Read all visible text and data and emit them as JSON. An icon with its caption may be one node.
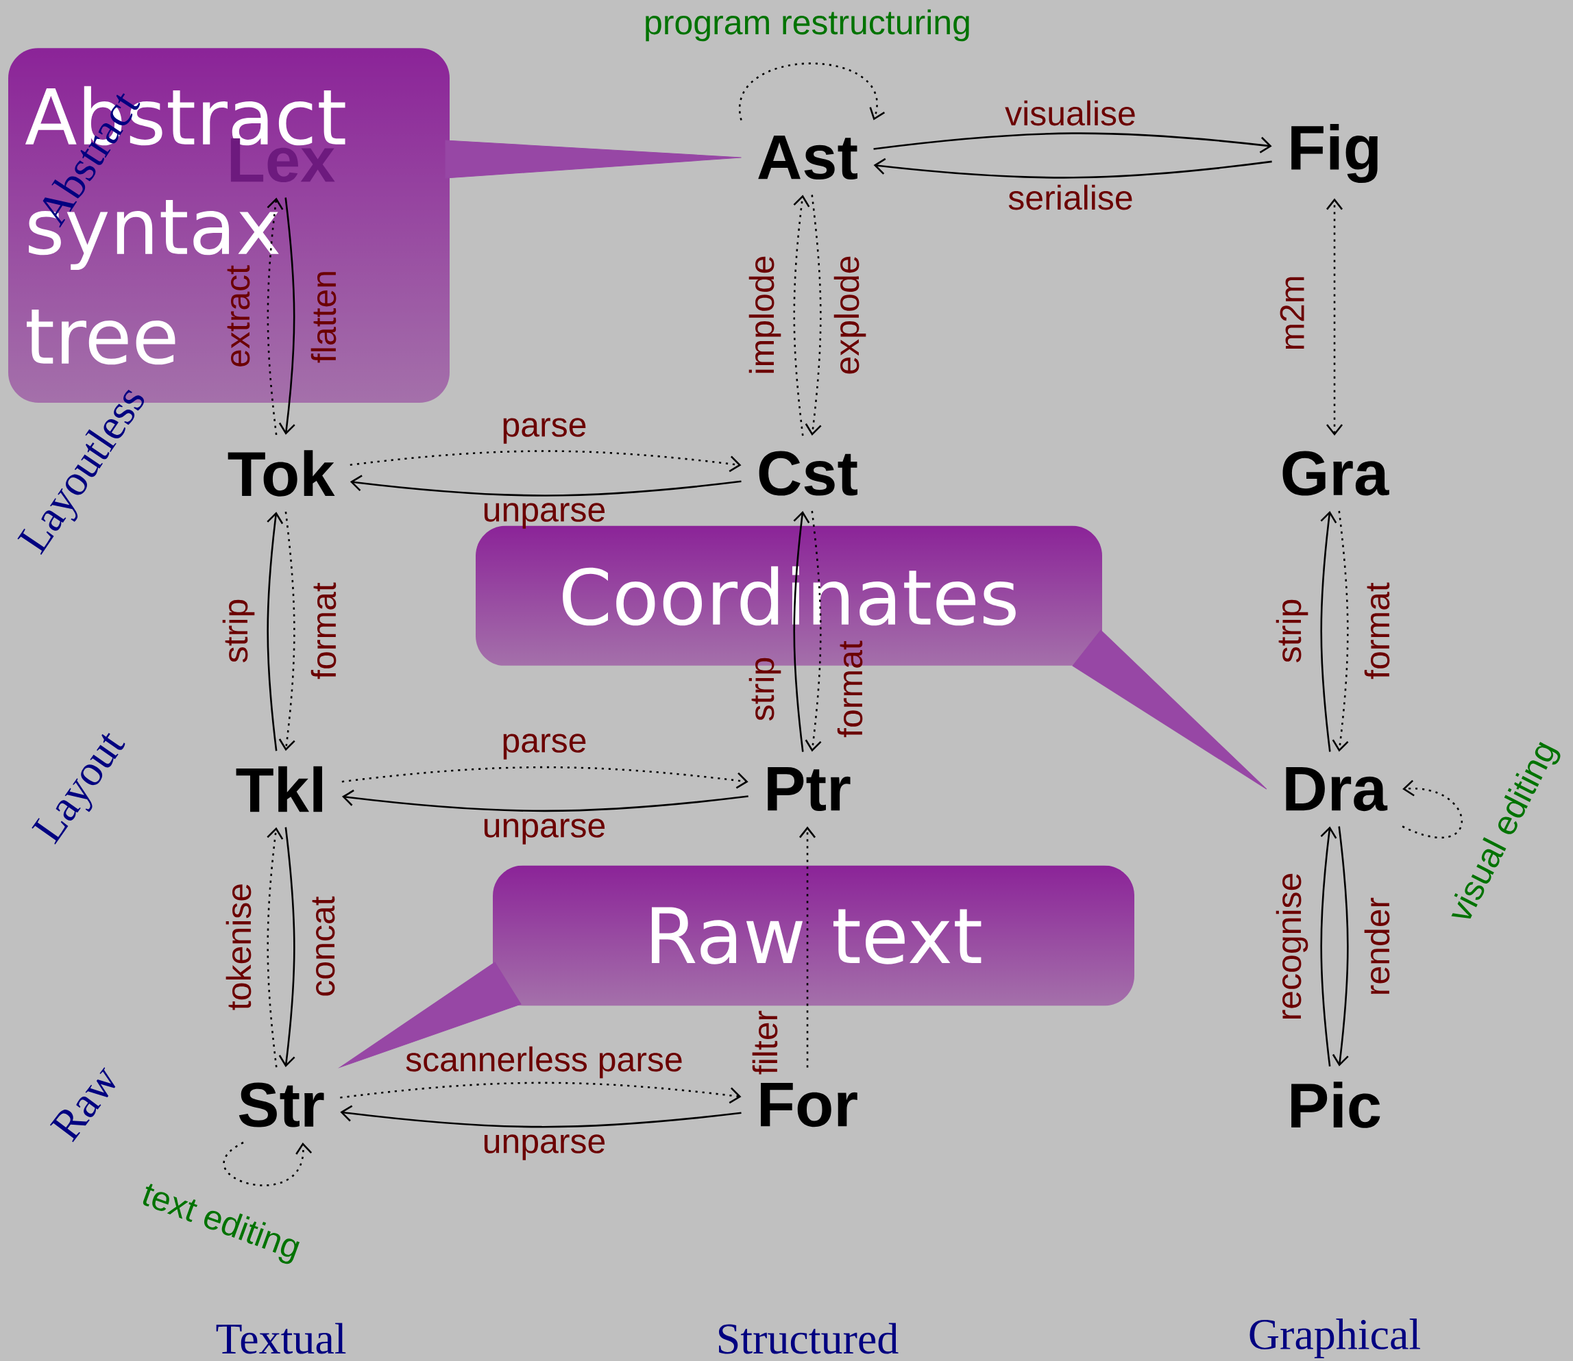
{
  "diagram": {
    "nodes": [
      {
        "text": [
          "Abstract syntax tree"
        ]
      },
      {
        "text": [
          "Lex"
        ]
      },
      {
        "text": [
          "Ast"
        ]
      },
      {
        "text": [
          "Fig"
        ]
      },
      {
        "text": [
          "Tok"
        ]
      },
      {
        "text": [
          "Cst"
        ]
      },
      {
        "text": [
          "Gra"
        ]
      },
      {
        "text": [
          "Coordinates"
        ]
      },
      {
        "text": [
          "Tkl"
        ]
      },
      {
        "text": [
          "Ptr"
        ]
      },
      {
        "text": [
          "Dra"
        ]
      },
      {
        "text": [
          "Raw text"
        ]
      },
      {
        "text": [
          "Str"
        ]
      },
      {
        "text": [
          "For"
        ]
      },
      {
        "text": [
          "Pic"
        ]
      }
    ],
    "edges": [
      {
        "from": 2,
        "to": 2,
        "arrow": "to",
        "label": "program restructuring",
        "style": "dashed"
      },
      {
        "from": 0,
        "to": 2,
        "arrow": "none"
      },
      {
        "from": 2,
        "to": 3,
        "arrow": "to",
        "label": "visualise"
      },
      {
        "from": 3,
        "to": 2,
        "arrow": "to",
        "label": "serialise"
      },
      {
        "from": 4,
        "to": 1,
        "arrow": "to",
        "label": "extract",
        "style": "dashed"
      },
      {
        "from": 1,
        "to": 4,
        "arrow": "to",
        "label": "flatten"
      },
      {
        "from": 5,
        "to": 2,
        "arrow": "to",
        "label": "implode",
        "style": "dashed"
      },
      {
        "from": 2,
        "to": 5,
        "arrow": "to",
        "label": "explode",
        "style": "dashed"
      },
      {
        "from": 6,
        "to": 3,
        "arrow": "both",
        "label": "m2m",
        "style": "dashed"
      },
      {
        "from": 4,
        "to": 5,
        "arrow": "to",
        "label": "parse",
        "style": "dashed"
      },
      {
        "from": 5,
        "to": 4,
        "arrow": "to",
        "label": "unparse"
      },
      {
        "from": 8,
        "to": 4,
        "arrow": "to",
        "label": "strip"
      },
      {
        "from": 4,
        "to": 8,
        "arrow": "to",
        "label": "format",
        "style": "dashed"
      },
      {
        "from": 9,
        "to": 5,
        "arrow": "to",
        "label": "strip"
      },
      {
        "from": 5,
        "to": 9,
        "arrow": "to",
        "label": "format",
        "style": "dashed"
      },
      {
        "from": 10,
        "to": 6,
        "arrow": "to",
        "label": "strip"
      },
      {
        "from": 6,
        "to": 10,
        "arrow": "to",
        "label": "format",
        "style": "dashed"
      },
      {
        "from": 7,
        "to": 10,
        "arrow": "none"
      },
      {
        "from": 8,
        "to": 9,
        "arrow": "to",
        "label": "parse",
        "style": "dashed"
      },
      {
        "from": 9,
        "to": 8,
        "arrow": "to",
        "label": "unparse"
      },
      {
        "from": 10,
        "to": 10,
        "arrow": "to",
        "label": "visual editing",
        "style": "dashed"
      },
      {
        "from": 12,
        "to": 8,
        "arrow": "to",
        "label": "tokenise",
        "style": "dashed"
      },
      {
        "from": 8,
        "to": 12,
        "arrow": "to",
        "label": "concat"
      },
      {
        "from": 13,
        "to": 9,
        "arrow": "to",
        "label": "filter",
        "style": "dashed"
      },
      {
        "from": 14,
        "to": 10,
        "arrow": "to",
        "label": "recognise"
      },
      {
        "from": 10,
        "to": 14,
        "arrow": "to",
        "label": "render"
      },
      {
        "from": 11,
        "to": 12,
        "arrow": "none"
      },
      {
        "from": 12,
        "to": 13,
        "arrow": "to",
        "label": "scannerless parse",
        "style": "dashed"
      },
      {
        "from": 13,
        "to": 12,
        "arrow": "to",
        "label": "unparse"
      },
      {
        "from": 12,
        "to": 12,
        "arrow": "to",
        "label": "text editing",
        "style": "dashed"
      }
    ],
    "labels": [
      "Abstract",
      "Layoutless",
      "Layout",
      "Raw",
      "Textual",
      "Structured",
      "Graphical"
    ]
  }
}
